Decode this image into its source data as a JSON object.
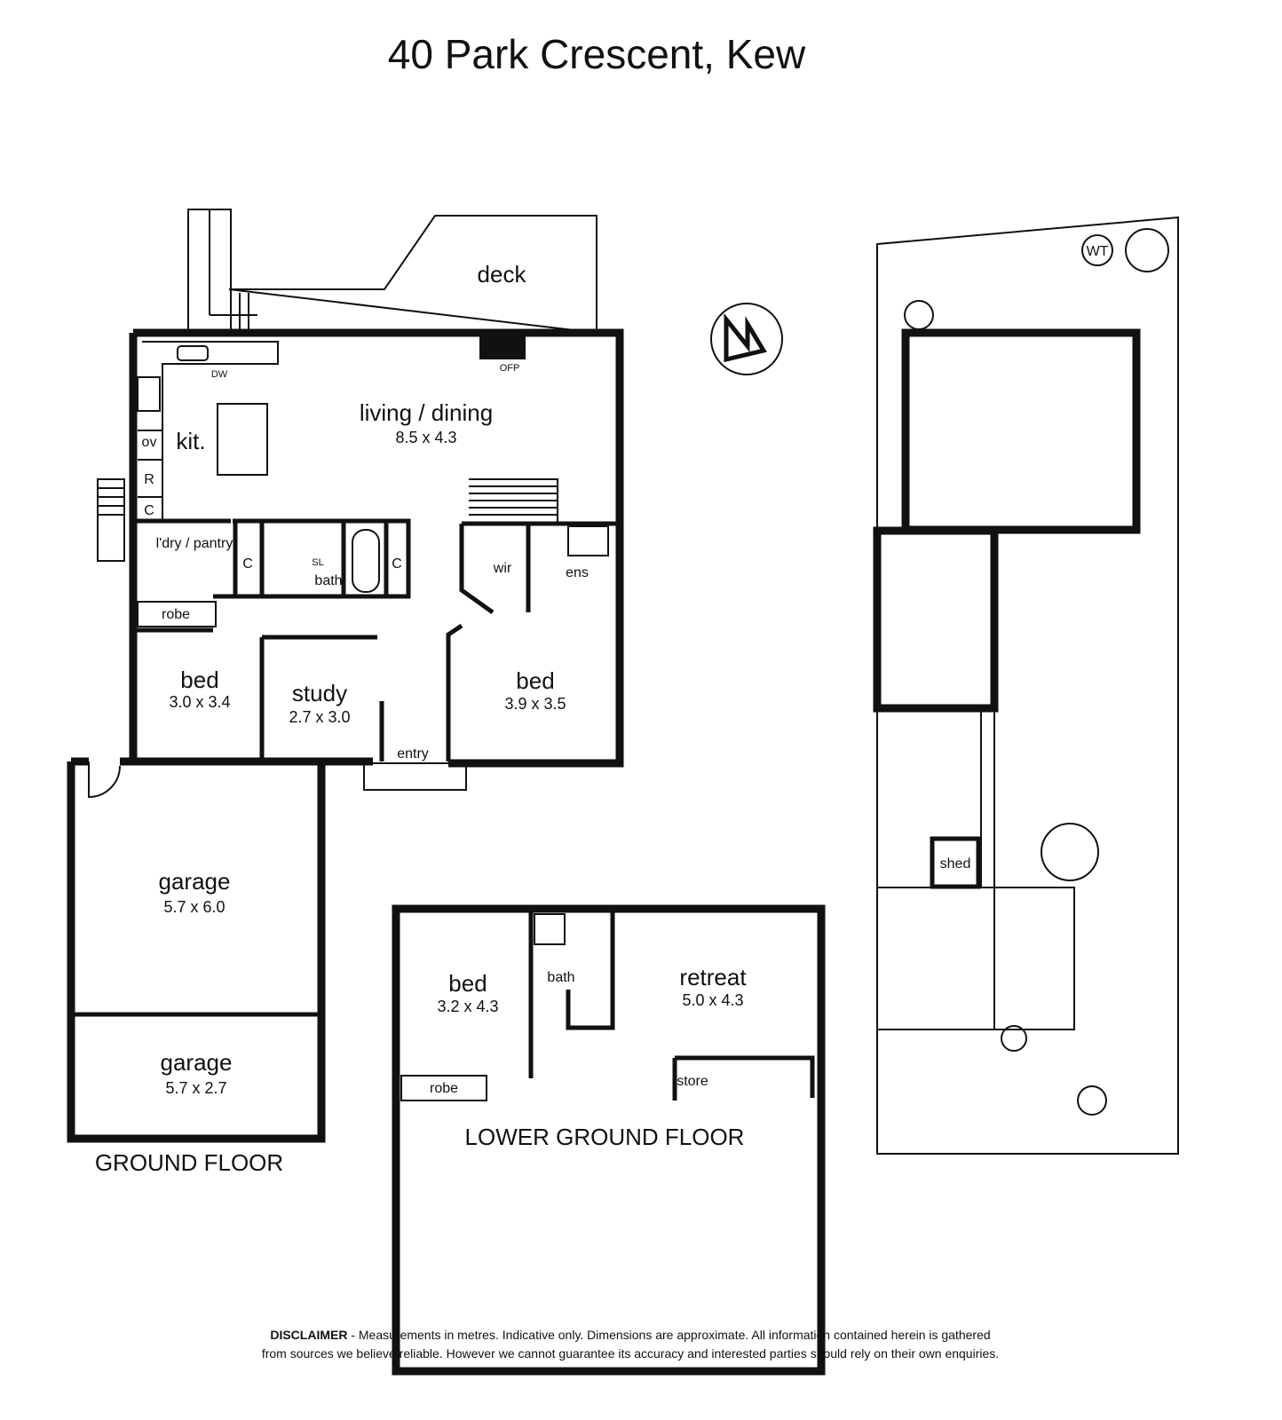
{
  "title": "40 Park Crescent, Kew",
  "ground_floor": {
    "label": "GROUND FLOOR",
    "deck": "deck",
    "kitchen": {
      "name": "kit.",
      "dw": "DW",
      "ov": "ov",
      "r": "R",
      "c": "C"
    },
    "living": {
      "name": "living / dining",
      "dim": "8.5 x 4.3",
      "ofp": "OFP"
    },
    "laundry": {
      "name": "l'dry / pantry",
      "c": "C"
    },
    "bath": {
      "name": "bath",
      "sl": "SL",
      "c": "C"
    },
    "robe": "robe",
    "bed1": {
      "name": "bed",
      "dim": "3.0 x 3.4"
    },
    "study": {
      "name": "study",
      "dim": "2.7 x 3.0"
    },
    "entry": "entry",
    "bed2": {
      "name": "bed",
      "dim": "3.9 x 3.5"
    },
    "wir": "wir",
    "ens": "ens",
    "garage1": {
      "name": "garage",
      "dim": "5.7 x 6.0"
    },
    "garage2": {
      "name": "garage",
      "dim": "5.7 x 2.7"
    }
  },
  "lower_ground_floor": {
    "label": "LOWER GROUND FLOOR",
    "bed": {
      "name": "bed",
      "dim": "3.2 x 4.3"
    },
    "robe": "robe",
    "bath": "bath",
    "retreat": {
      "name": "retreat",
      "dim": "5.0 x 4.3"
    },
    "store": "store"
  },
  "site_plan": {
    "wt": "WT",
    "shed": "shed"
  },
  "compass": "north-arrow-icon",
  "disclaimer": {
    "bold": "DISCLAIMER",
    "line1": " - Measurements in metres. Indicative only. Dimensions are approximate. All information contained herein is gathered",
    "line2": "from sources we believe reliable. However we cannot guarantee its accuracy and interested parties should rely on their own enquiries."
  }
}
